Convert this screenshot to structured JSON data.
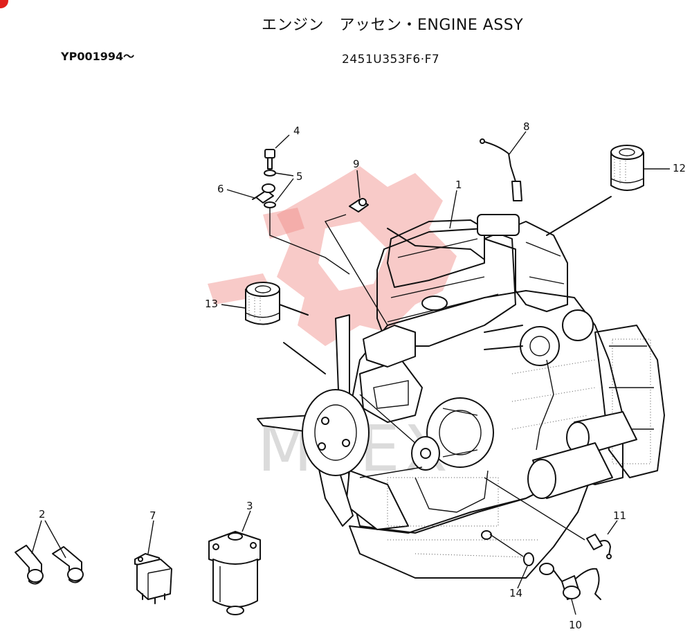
{
  "header": {
    "title": "エンジン　アッセン・ENGINE ASSY",
    "serial": "YP001994～",
    "model": "2451U353F6·F7"
  },
  "callouts": [
    "1",
    "2",
    "3",
    "4",
    "5",
    "6",
    "7",
    "8",
    "9",
    "10",
    "11",
    "12",
    "13",
    "14"
  ],
  "colors": {
    "line": "#111111",
    "watermark": "#f08a86",
    "corner_mark": "#e0201c"
  }
}
